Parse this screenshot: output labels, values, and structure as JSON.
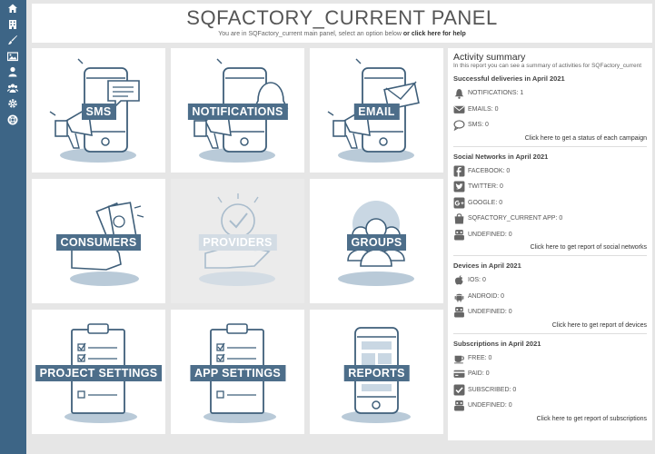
{
  "sidebar": {
    "icons": [
      "home-icon",
      "building-icon",
      "paintbrush-icon",
      "image-icon",
      "user-icon",
      "users-icon",
      "gear-icon",
      "lifebuoy-icon"
    ]
  },
  "header": {
    "title": "SQFACTORY_CURRENT PANEL",
    "subtitle": "You are in SQFactory_current main panel, select an option below",
    "help_link": "or click here for help"
  },
  "tiles": [
    {
      "label": "SMS",
      "icon": "sms-megaphone-phone-icon"
    },
    {
      "label": "NOTIFICATIONS",
      "icon": "notification-bell-phone-icon"
    },
    {
      "label": "EMAIL",
      "icon": "email-envelope-phone-icon"
    },
    {
      "label": "CONSUMERS",
      "icon": "hand-money-icon"
    },
    {
      "label": "PROVIDERS",
      "icon": "hand-check-icon"
    },
    {
      "label": "GROUPS",
      "icon": "group-people-icon"
    },
    {
      "label": "PROJECT SETTINGS",
      "icon": "clipboard-checklist-icon"
    },
    {
      "label": "APP SETTINGS",
      "icon": "clipboard-checklist-icon"
    },
    {
      "label": "REPORTS",
      "icon": "phone-report-icon"
    }
  ],
  "activity": {
    "title": "Activity summary",
    "subtitle": "In this report you can see a summary of activities for SQFactory_current",
    "deliveries": {
      "title": "Successful deliveries in April 2021",
      "rows": [
        "NOTIFICATIONS: 1",
        "EMAILS: 0",
        "SMS: 0"
      ],
      "link": "Click here to get a status of each campaign"
    },
    "social": {
      "title": "Social Networks in April 2021",
      "rows": [
        "FACEBOOK: 0",
        "TWITTER: 0",
        "GOOGLE: 0",
        "SQFACTORY_CURRENT APP: 0",
        "UNDEFINED: 0"
      ],
      "link": "Click here to get report of social networks"
    },
    "devices": {
      "title": "Devices in April 2021",
      "rows": [
        "IOS: 0",
        "ANDROID: 0",
        "UNDEFINED: 0"
      ],
      "link": "Click here to get report of devices"
    },
    "subscriptions": {
      "title": "Subscriptions in April 2021",
      "rows": [
        "FREE: 0",
        "PAID: 0",
        "SUBSCRIBED: 0",
        "UNDEFINED: 0"
      ],
      "link": "Click here to get report of subscriptions"
    }
  },
  "colors": {
    "sidebar": "#3d6586",
    "label_bg": "#4d6e8a",
    "line": "#3f5f7a",
    "accent_light": "#b9cad8"
  }
}
